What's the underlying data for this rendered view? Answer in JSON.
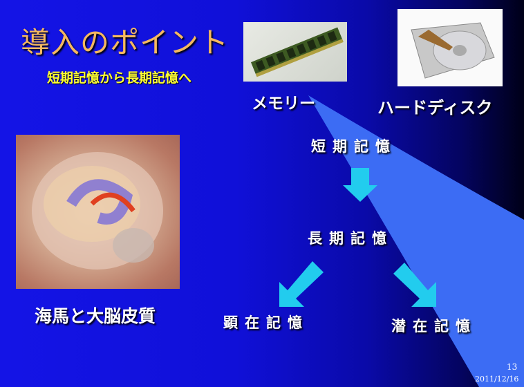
{
  "title": "導入のポイント",
  "subtitle": "短期記憶から長期記憶へ",
  "memory_label": "メモリー",
  "hdd_label": "ハードディスク",
  "brain_label": "海馬と大脳皮質",
  "stages": {
    "short_term": "短期記憶",
    "long_term": "長期記憶",
    "explicit": "顕在記憶",
    "implicit": "潜在記憶"
  },
  "footer": {
    "page": "13",
    "date": "2011/12/16"
  },
  "colors": {
    "title": "#f5b860",
    "subtitle": "#ffff33",
    "arrow": "#22ccee",
    "wedge": "#3c6cf4"
  }
}
